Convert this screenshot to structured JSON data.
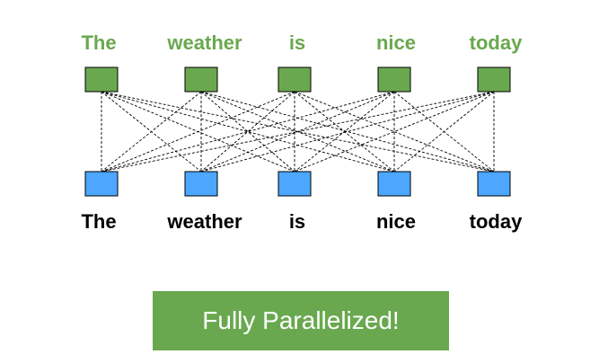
{
  "diagram": {
    "top_words": [
      "The",
      "weather",
      "is",
      "nice",
      "today"
    ],
    "bottom_words": [
      "The",
      "weather",
      "is",
      "nice",
      "today"
    ],
    "colors": {
      "top_word": "#6aa84f",
      "top_node": "#6aa84f",
      "bottom_word": "#000000",
      "bottom_node": "#4da6ff",
      "banner": "#6aa84f",
      "banner_text": "#ffffff"
    }
  },
  "banner": {
    "label": "Fully Parallelized!"
  }
}
